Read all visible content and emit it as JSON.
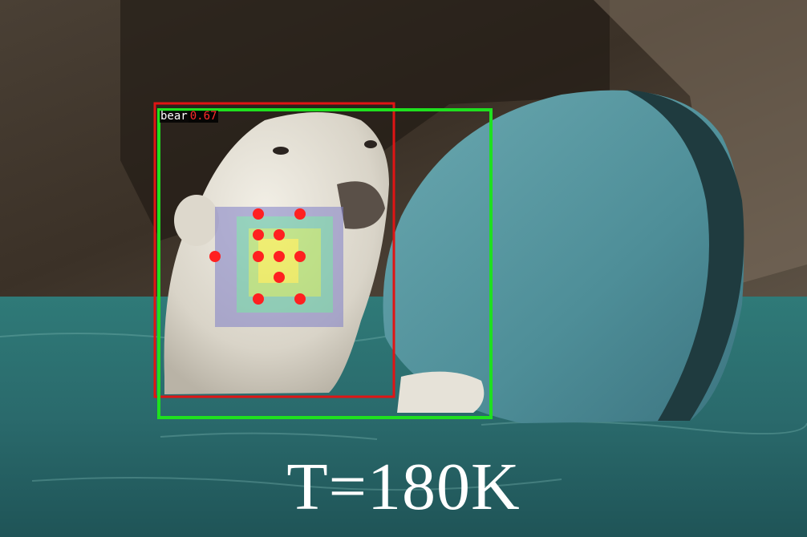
{
  "detection": {
    "class_label": "bear",
    "score": "0.67",
    "gt_box_color": "#1fe01f",
    "pred_box_color": "#e01414"
  },
  "keypoint_color": "#ff2020",
  "heatmap_colors": [
    "#f2f21a",
    "#a0e04a",
    "#4fbfa0",
    "#7f7fc8"
  ],
  "caption": "T=180K"
}
